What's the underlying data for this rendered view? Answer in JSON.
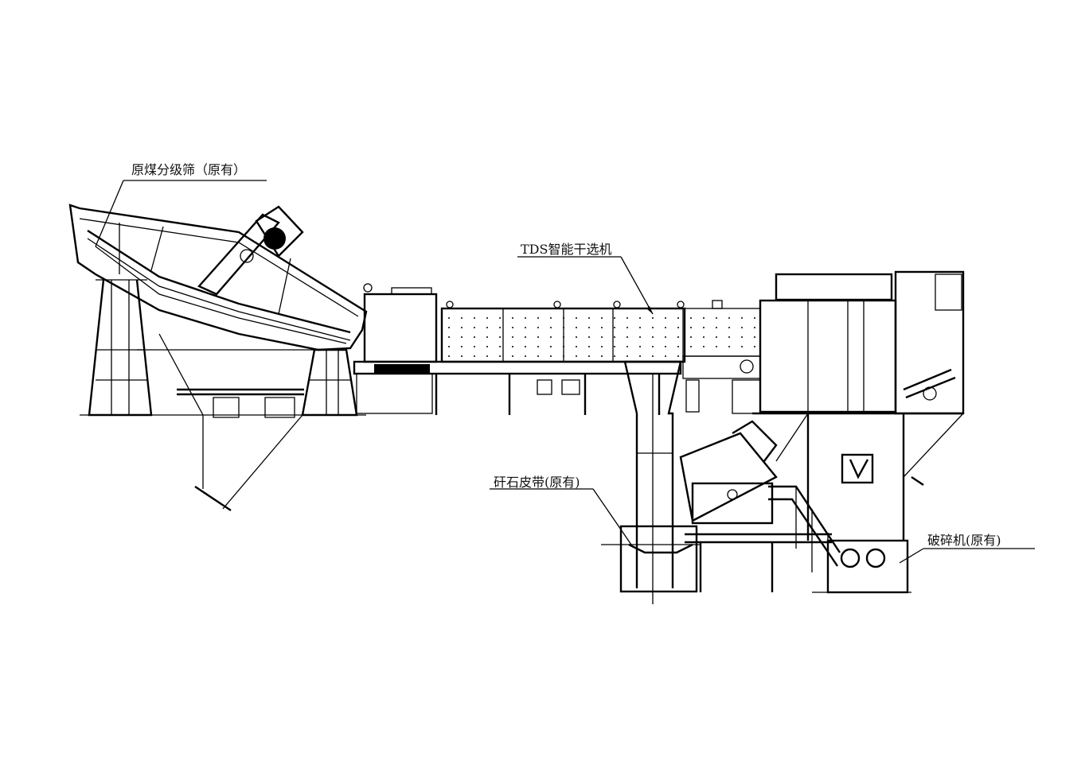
{
  "labels": {
    "screen": "原煤分级筛（原有）",
    "dryer": "TDS智能干选机",
    "gangue_belt": "矸石皮带(原有)",
    "crusher": "破碎机(原有)"
  },
  "colors": {
    "line": "#000000",
    "background": "#ffffff"
  }
}
